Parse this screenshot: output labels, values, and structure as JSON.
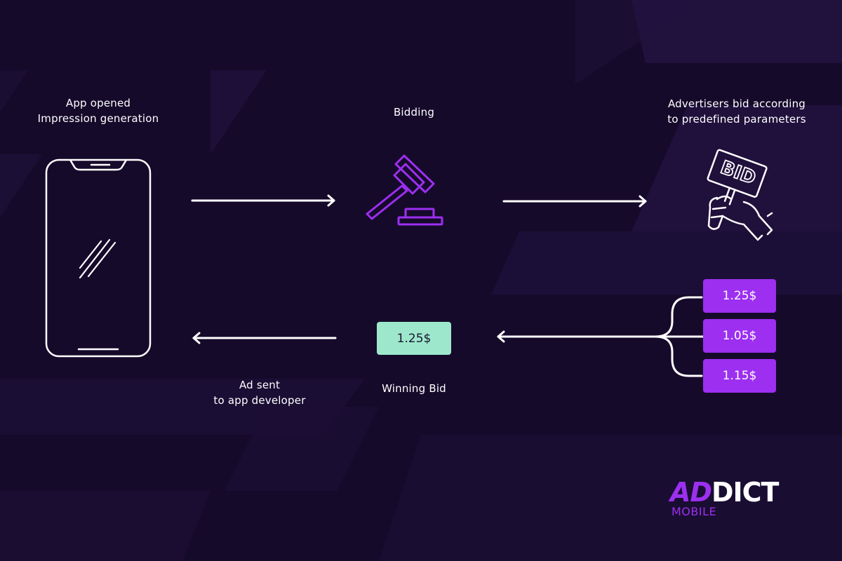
{
  "colors": {
    "background": "#160a2b",
    "accent_purple": "#9c2ff0",
    "winning_mint": "#9de8cc",
    "line": "#ffffff"
  },
  "steps": {
    "app": {
      "line1": "App opened",
      "line2": "Impression generation",
      "icon": "smartphone-icon"
    },
    "bidding": {
      "label": "Bidding",
      "icon": "gavel-icon"
    },
    "advertisers": {
      "line1": "Advertisers bid according",
      "line2": "to predefined parameters",
      "icon": "bid-sign-icon",
      "sign_text": "BID"
    },
    "winning": {
      "value": "1.25$",
      "label": "Winning Bid"
    },
    "ad_sent": {
      "line1": "Ad sent",
      "line2": "to app developer"
    }
  },
  "bids": [
    "1.25$",
    "1.05$",
    "1.15$"
  ],
  "logo": {
    "main_accent": "AD",
    "main_rest": "DICT",
    "sub": "MOBILE"
  }
}
